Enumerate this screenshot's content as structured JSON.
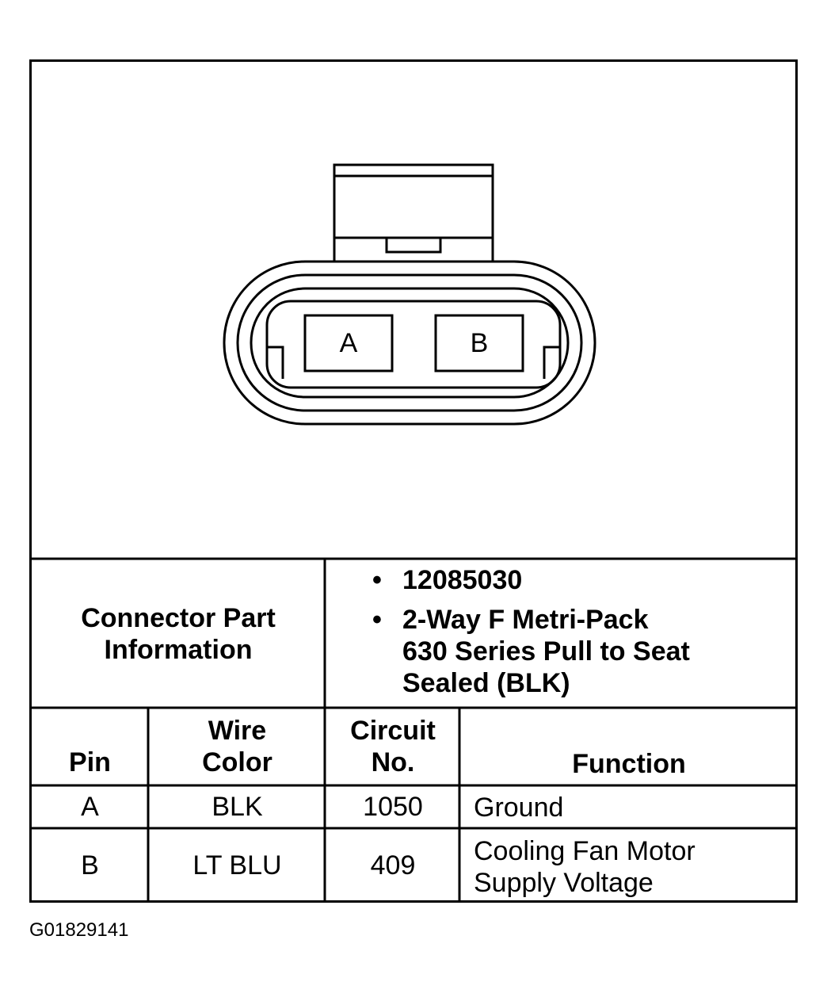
{
  "connector": {
    "pin_labels": [
      "A",
      "B"
    ]
  },
  "part_info": {
    "header_lines": [
      "Connector Part",
      "Information"
    ],
    "bullets": [
      {
        "lines": [
          "12085030"
        ]
      },
      {
        "lines": [
          "2-Way F Metri-Pack",
          "630 Series Pull to Seat",
          "Sealed (BLK)"
        ]
      }
    ],
    "bullet_symbol": "•"
  },
  "pin_table": {
    "headers": {
      "pin": [
        "Pin"
      ],
      "wire_color": [
        "Wire",
        "Color"
      ],
      "circuit_no": [
        "Circuit",
        "No."
      ],
      "function": [
        "Function"
      ]
    },
    "rows": [
      {
        "pin": "A",
        "wire_color": "BLK",
        "circuit_no": "1050",
        "function": [
          "Ground"
        ]
      },
      {
        "pin": "B",
        "wire_color": "LT BLU",
        "circuit_no": "409",
        "function": [
          "Cooling Fan Motor",
          "Supply Voltage"
        ]
      }
    ]
  },
  "figure_code": "G01829141"
}
